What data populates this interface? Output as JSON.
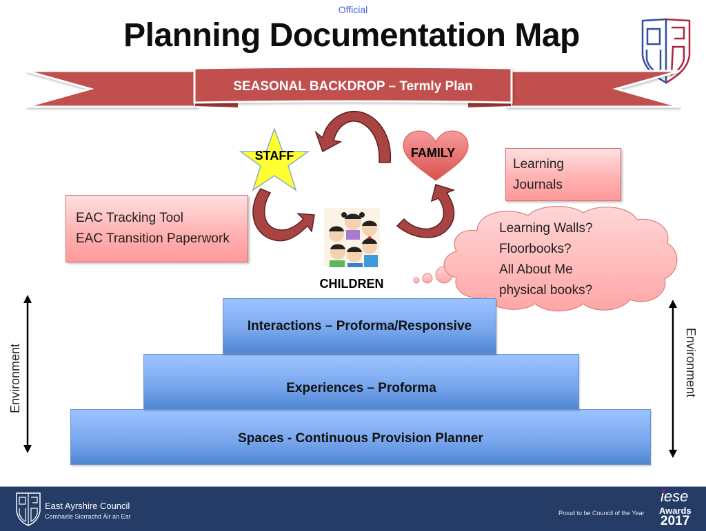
{
  "header": {
    "classification": "Official",
    "title": "Planning Documentation Map"
  },
  "banner": {
    "label": "SEASONAL BACKDROP – Termly Plan",
    "color": "#c0504d"
  },
  "cycle": {
    "staff": "STAFF",
    "family": "FAMILY",
    "children": "CHILDREN",
    "arrow_color": "#943634",
    "star_color": "#ffff33",
    "heart_color": "#e06666"
  },
  "notes": {
    "eac": [
      "EAC Tracking Tool",
      "EAC Transition Paperwork"
    ],
    "journals": [
      "Learning",
      "Journals"
    ],
    "cloud": [
      "Learning Walls?",
      "Floorbooks?",
      "All About Me",
      "physical books?"
    ]
  },
  "pyramid": {
    "levels": [
      {
        "label": "Interactions – Proforma/Responsive"
      },
      {
        "label": "Experiences – Proforma"
      },
      {
        "label": "Spaces - Continuous Provision Planner"
      }
    ],
    "color": "#7aa8ee"
  },
  "environment": {
    "left_label": "Environment",
    "right_label": "Environment"
  },
  "footer": {
    "org_name": "East Ayrshire Council",
    "org_gaelic": "Comhairle Siorrachd Àir an Ear",
    "proud": "Proud to be Council of the Year",
    "award_brand": "iese",
    "award_label": "Awards",
    "award_year": "2017",
    "background": "#253c66"
  }
}
